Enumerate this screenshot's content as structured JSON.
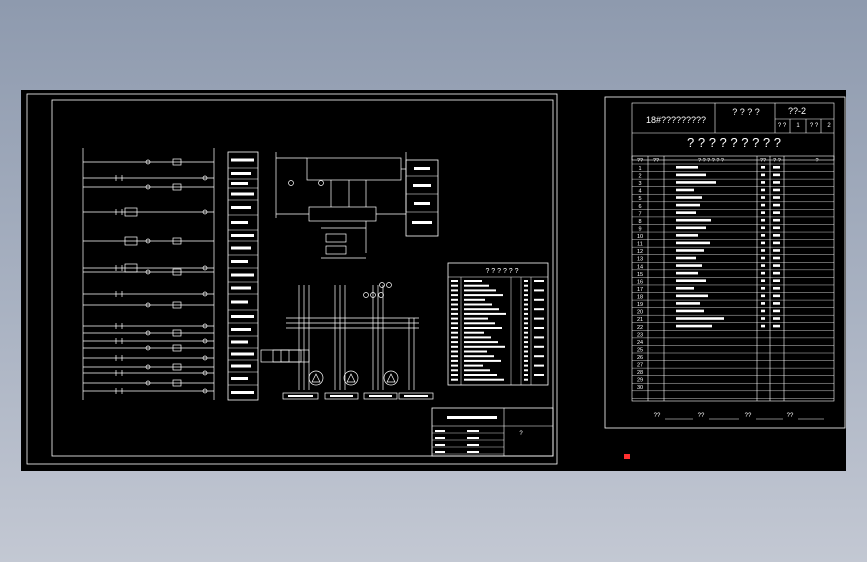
{
  "right_sheet": {
    "title_right": "? ? ? ?",
    "sheet_code": "??-2",
    "project": "18#?????????",
    "sub_cells": [
      "? ?",
      "1",
      "? ?",
      "2"
    ],
    "big_title": "? ? ? ? ? ? ? ? ?",
    "columns": [
      "??",
      "??",
      "? ? ? ? ? ?",
      "??",
      "? ?",
      "?"
    ],
    "rows": [
      "1",
      "2",
      "3",
      "4",
      "5",
      "6",
      "7",
      "8",
      "9",
      "10",
      "11",
      "12",
      "13",
      "14",
      "15",
      "16",
      "17",
      "18",
      "19",
      "20",
      "21",
      "22",
      "23",
      "24",
      "25",
      "26",
      "27",
      "28",
      "29",
      "30"
    ],
    "footer": [
      "??",
      "??",
      "??",
      "??"
    ]
  },
  "left_sheet": {
    "table_header": "? ? ? ? ? ?",
    "stamp_label": "?"
  },
  "colors": {
    "background": "#9aa5b6",
    "canvas": "#000000",
    "line": "#ffffff",
    "marker": "#ff3030"
  }
}
